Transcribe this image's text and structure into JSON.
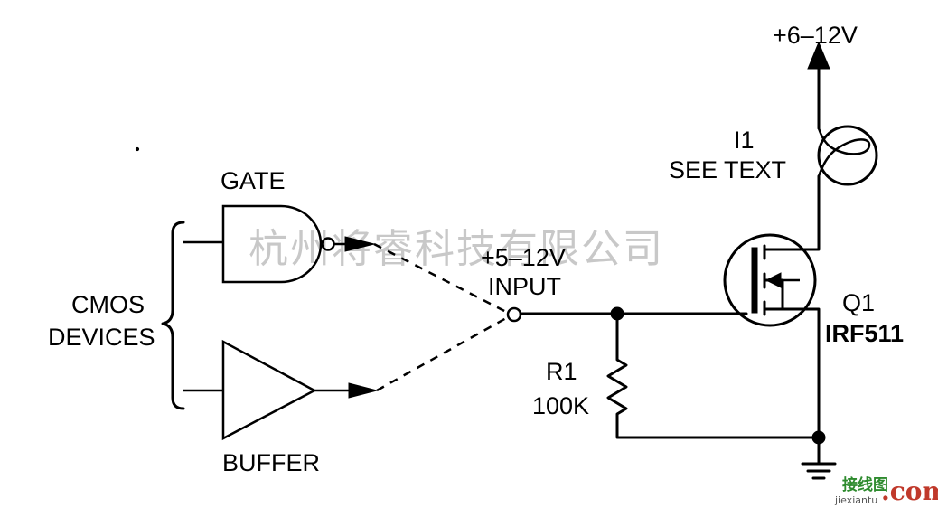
{
  "labels": {
    "supply": "+6–12V",
    "lamp_id": "I1",
    "lamp_note": "SEE TEXT",
    "gate": "GATE",
    "input_voltage": "+5–12V",
    "input": "INPUT",
    "cmos_line1": "CMOS",
    "cmos_line2": "DEVICES",
    "buffer": "BUFFER",
    "resistor_id": "R1",
    "resistor_value": "100K",
    "transistor_id": "Q1",
    "transistor_part": "IRF511"
  },
  "watermark": {
    "text": "杭州将睿科技有限公司"
  },
  "logo": {
    "cn": "接线图",
    "url": "jiexiantu",
    "com": ".com"
  },
  "colors": {
    "line": "#000000",
    "watermark": "#9a9a9a",
    "logo_green": "#2e8b2e",
    "logo_red": "#c0392b"
  }
}
